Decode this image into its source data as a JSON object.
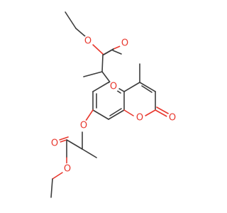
{
  "molecule": {
    "atoms": [
      {
        "id": "O_ester_top",
        "symbol": "O",
        "color": "#e8382e"
      },
      {
        "id": "O_carbonyl_top",
        "symbol": "O",
        "color": "#e8382e"
      },
      {
        "id": "O_ether_top",
        "symbol": "O",
        "color": "#e8382e"
      },
      {
        "id": "O_ether_bottom",
        "symbol": "O",
        "color": "#e8382e"
      },
      {
        "id": "O_ring",
        "symbol": "O",
        "color": "#e8382e"
      },
      {
        "id": "O_lactone_carbonyl",
        "symbol": "O",
        "color": "#e8382e"
      },
      {
        "id": "O_carbonyl_bottom",
        "symbol": "O",
        "color": "#e8382e"
      },
      {
        "id": "O_ester_bottom",
        "symbol": "O",
        "color": "#e8382e"
      }
    ],
    "colors": {
      "bond": "#3c3c3c",
      "oxygen": "#e8382e",
      "background": "#ffffff"
    }
  }
}
